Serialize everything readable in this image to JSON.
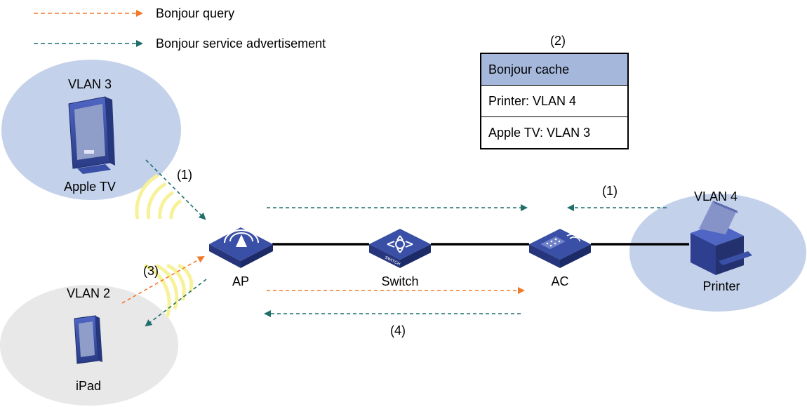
{
  "legend": {
    "query": "Bonjour query",
    "advertisement": "Bonjour service advertisement"
  },
  "colors": {
    "query": "#f07a2a",
    "advertisement": "#1f6f6a",
    "vlan_blue": "#c3d1ea",
    "vlan_gray": "#e8e8e8",
    "wave": "#f7f29a",
    "device": "#3a4fa6",
    "cache_header": "#a5b8dc"
  },
  "vlans": {
    "vlan3": "VLAN 3",
    "vlan2": "VLAN 2",
    "vlan4": "VLAN 4"
  },
  "devices": {
    "apple_tv": "Apple TV",
    "ipad": "iPad",
    "printer": "Printer",
    "ap": "AP",
    "switch": "Switch",
    "ac": "AC"
  },
  "device_marks": {
    "switch_badge": "SWITCH"
  },
  "steps": {
    "s1_left": "(1)",
    "s1_right": "(1)",
    "s2": "(2)",
    "s3": "(3)",
    "s4": "(4)"
  },
  "cache": {
    "header": "Bonjour cache",
    "rows": [
      "Printer: VLAN 4",
      "Apple TV: VLAN 3"
    ]
  },
  "icons": {
    "apple_tv": "monitor-icon",
    "ipad": "tablet-icon",
    "printer": "printer-icon",
    "ap": "wireless-ap-icon",
    "switch": "network-switch-icon",
    "ac": "access-controller-icon"
  }
}
